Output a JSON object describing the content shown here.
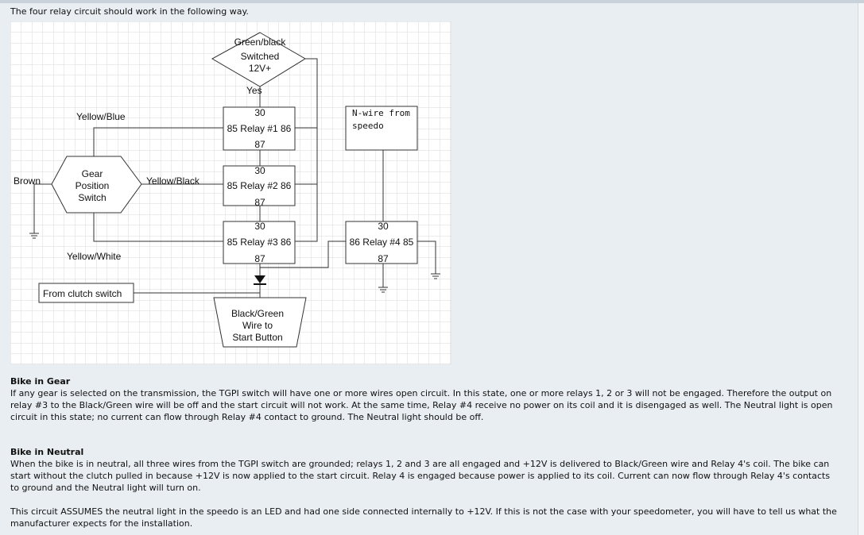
{
  "intro": "The four relay circuit should work in the following way.",
  "diagram": {
    "diamond": {
      "line1": "Green/black",
      "line2": "Switched",
      "line3": "12V+"
    },
    "yes_label": "Yes",
    "relays": [
      {
        "top": "30",
        "middle": "85 Relay #1 86",
        "bottom": "87"
      },
      {
        "top": "30",
        "middle": "85 Relay #2 86",
        "bottom": "87"
      },
      {
        "top": "30",
        "middle": "85 Relay #3 86",
        "bottom": "87"
      },
      {
        "top": "30",
        "middle": "86 Relay #4 85",
        "bottom": "87"
      }
    ],
    "nwire": {
      "line1": "N-wire from",
      "line2": "speedo"
    },
    "gear": {
      "line1": "Gear",
      "line2": "Position",
      "line3": "Switch"
    },
    "labels": {
      "yellow_blue": "Yellow/Blue",
      "brown": "Brown",
      "yellow_black": "Yellow/Black",
      "yellow_white": "Yellow/White",
      "clutch": "From clutch switch"
    },
    "start": {
      "line1": "Black/Green",
      "line2": "Wire to",
      "line3": "Start Button"
    }
  },
  "sections": [
    {
      "heading": "Bike in Gear",
      "paragraphs": [
        "If any gear is selected on the transmission, the TGPI switch will have one or more wires open circuit.  In this state, one or more relays 1, 2 or 3 will not be engaged.  Therefore the output on relay #3 to the Black/Green wire will be off and the start circuit will not work.  At the same time, Relay #4 receive no power on its coil and it is disengaged as well.  The Neutral light is open circuit in this state; no current can flow through Relay #4 contact to ground.  The Neutral light should be off."
      ]
    },
    {
      "heading": "Bike in Neutral",
      "paragraphs": [
        "When the bike is in neutral, all three wires from the TGPI switch are grounded; relays 1, 2 and 3 are all engaged and +12V is delivered to Black/Green wire and Relay 4's coil.  The bike can start without the clutch pulled in because +12V is now applied to the start circuit.  Relay 4 is engaged because power is applied to its coil.  Current can now flow through Relay 4's contacts to ground and the Neutral light will turn on.",
        "This circuit ASSUMES the neutral light in the speedo is an LED and had one side connected internally to +12V.  If this is not the case with your speedometer, you will have to tell us what the manufacturer expects for the installation."
      ]
    }
  ]
}
